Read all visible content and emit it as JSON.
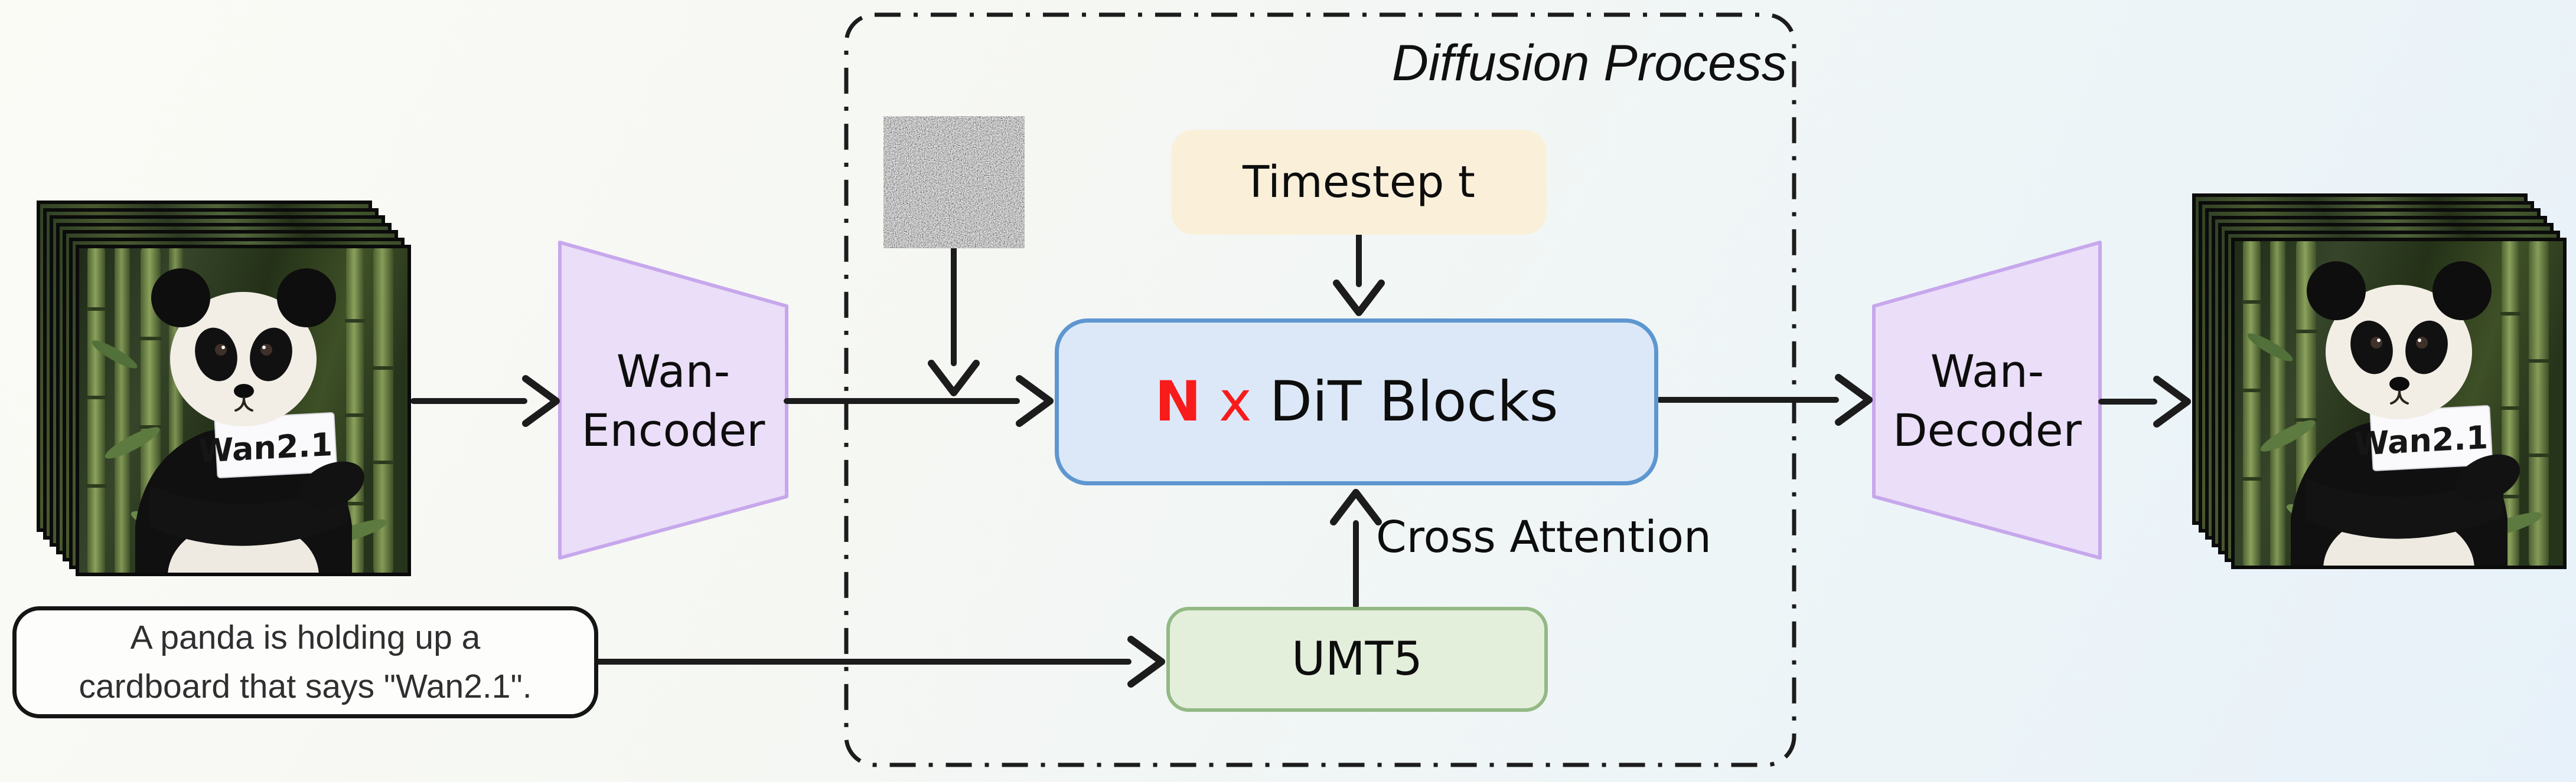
{
  "figure": {
    "diffusion_process_label": "Diffusion Process",
    "cross_attention_label": "Cross Attention"
  },
  "blocks": {
    "encoder": {
      "line1": "Wan-",
      "line2": "Encoder"
    },
    "decoder": {
      "line1": "Wan-",
      "line2": "Decoder"
    },
    "dit": {
      "n": "N",
      "times": "x",
      "label": "DiT Blocks"
    },
    "timestep": {
      "label": "Timestep t"
    },
    "umt5": {
      "label": "UMT5"
    }
  },
  "prompt": {
    "line1": "A panda is holding up a",
    "line2": "cardboard that says \"Wan2.1\"."
  },
  "video": {
    "sign_text": "Wan2.1",
    "frame_count": 7
  },
  "colors": {
    "dit_fill": "#dce8f8",
    "dit_border": "#5e96d0",
    "timestep_fill": "#faf0da",
    "umt5_fill": "#e4efdb",
    "umt5_border": "#93b985",
    "vae_fill": "#eadef8",
    "vae_border": "#c7a7ec",
    "accent_red": "#f81b1b",
    "arrow": "#1c1c1c"
  }
}
